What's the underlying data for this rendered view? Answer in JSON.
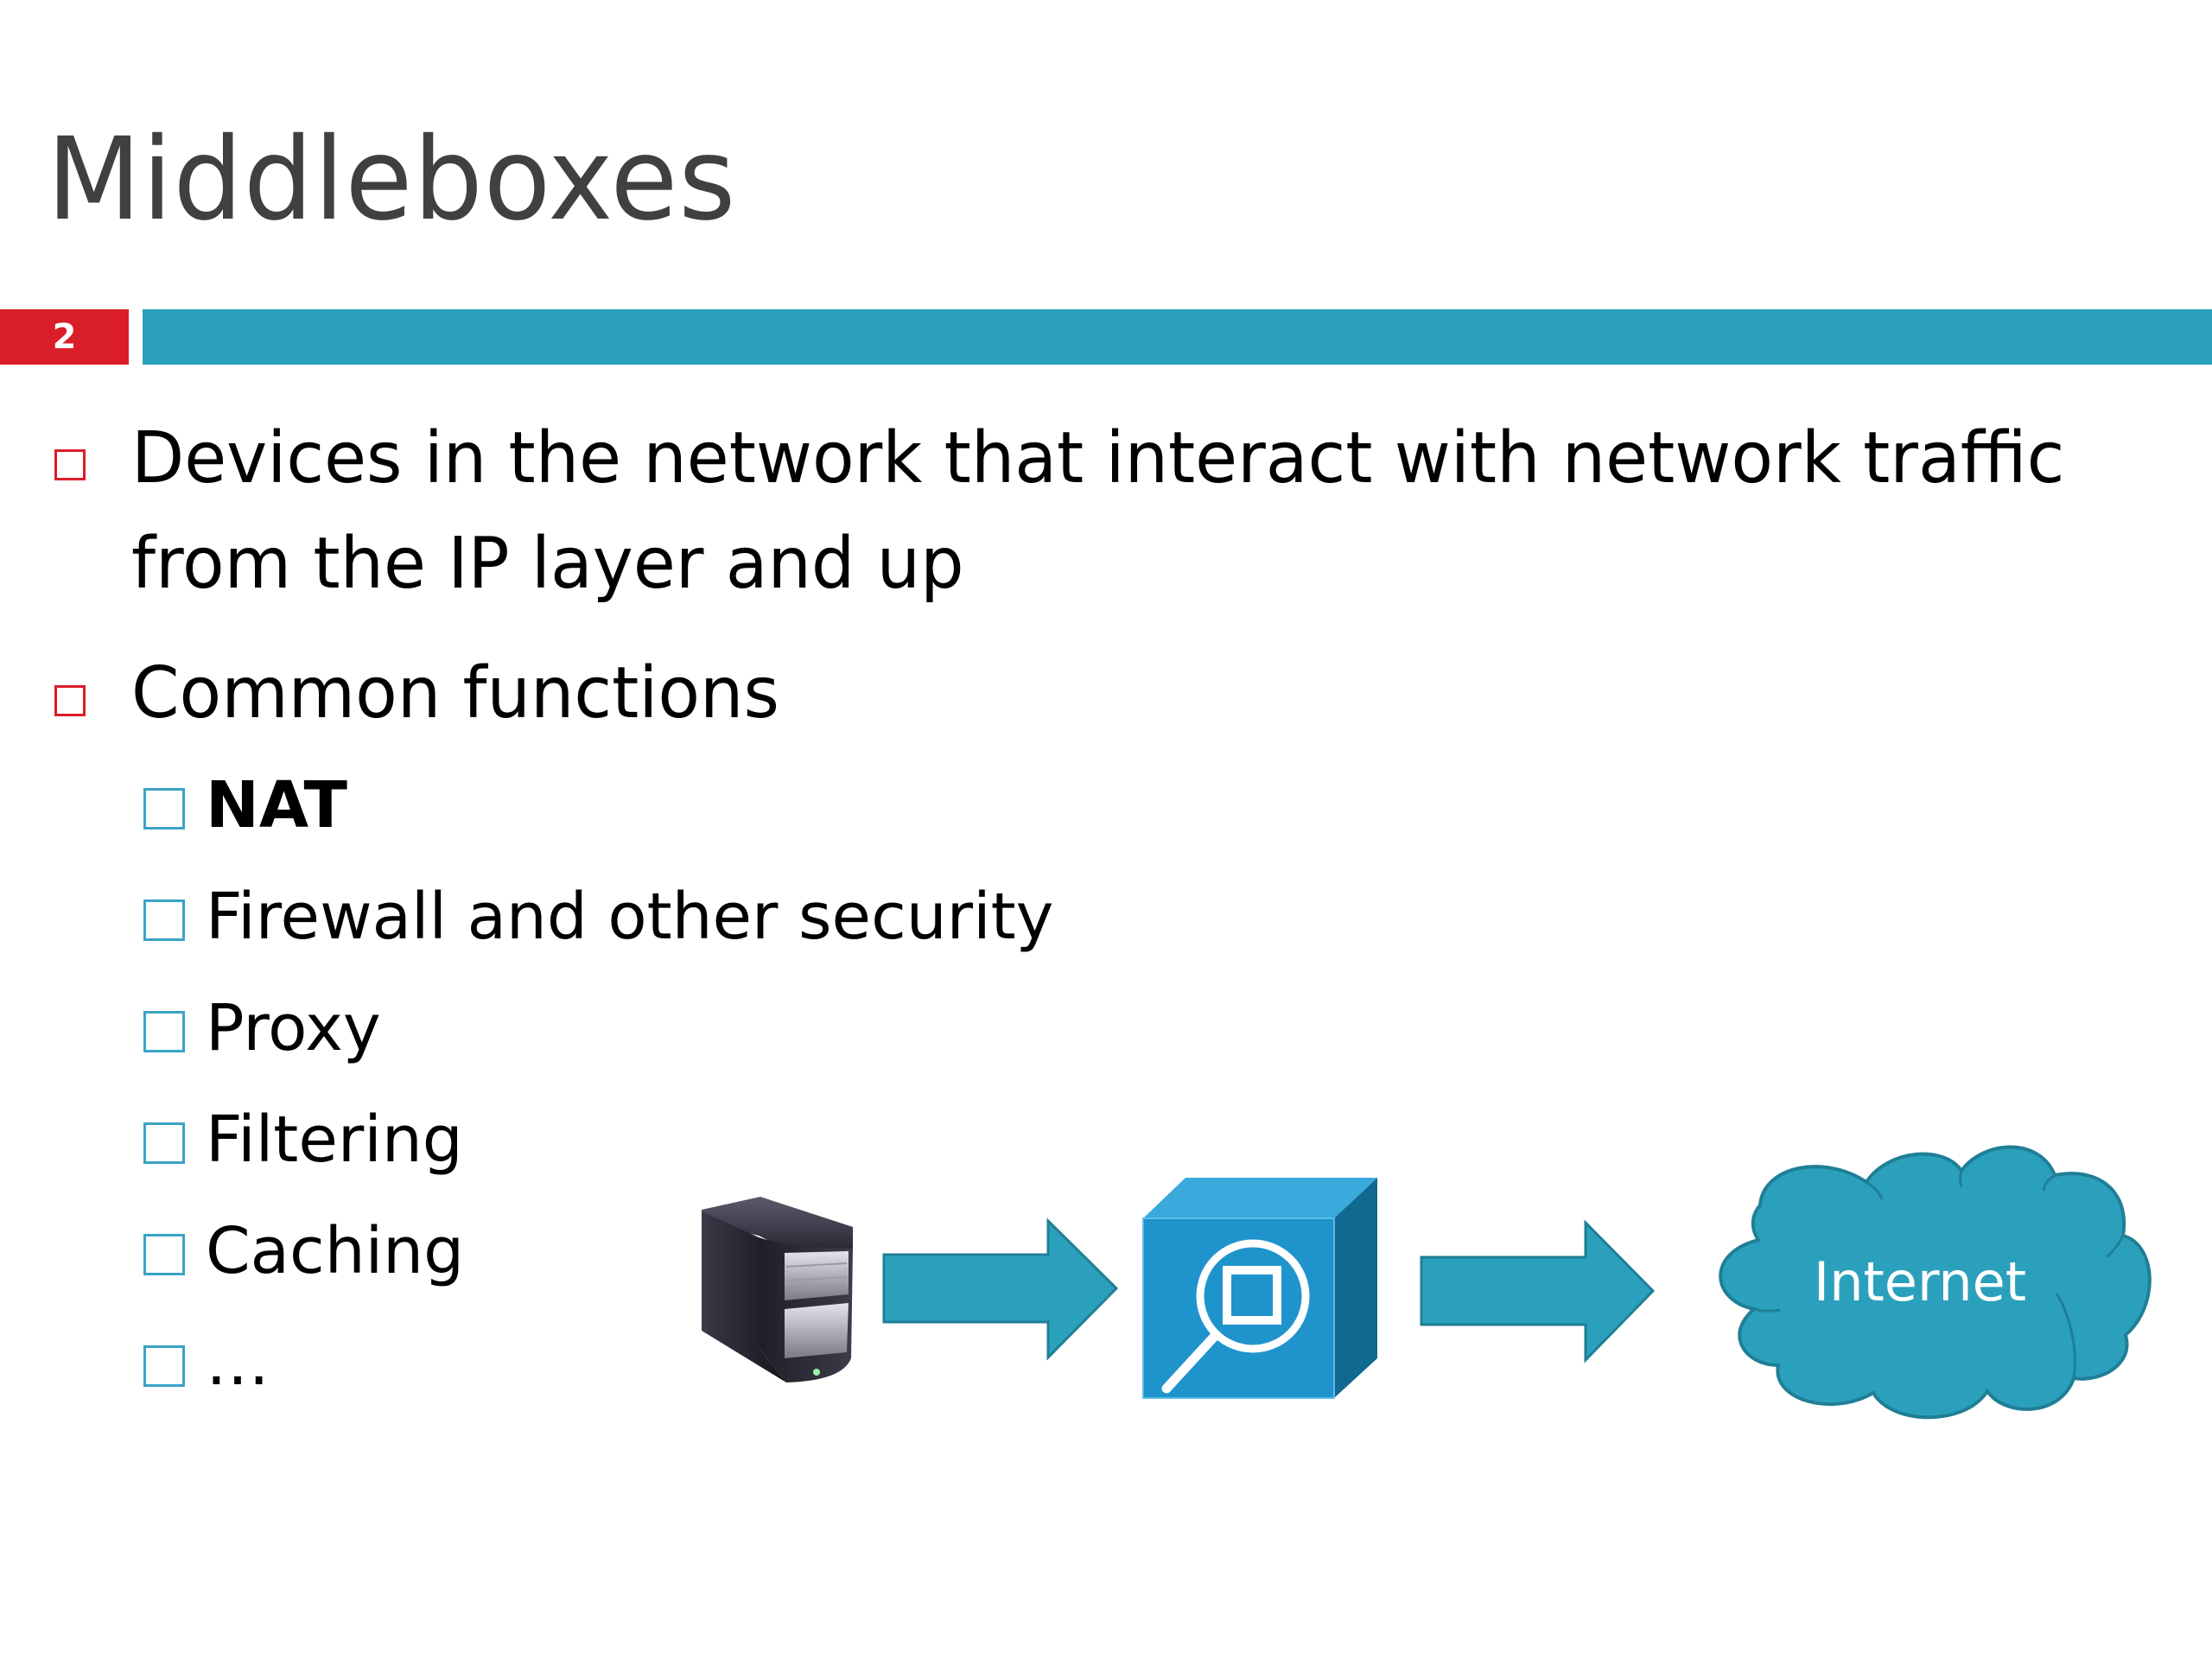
{
  "slide": {
    "title": "Middleboxes",
    "slide_number": "2",
    "colors": {
      "accent_red": "#d91e27",
      "accent_teal": "#2ba0bc",
      "title_gray": "#404040",
      "sub_bullet_blue": "#3aa3c6"
    }
  },
  "bullets": [
    {
      "lines": [
        "Devices in the network that interact with network traffic",
        "from the IP layer and up"
      ],
      "marker": "hollow-square-red"
    },
    {
      "lines": [
        "Common functions"
      ],
      "marker": "hollow-square-red",
      "children": [
        {
          "label": "NAT",
          "bold": true
        },
        {
          "label": "Firewall and other security",
          "bold": false
        },
        {
          "label": "Proxy",
          "bold": false
        },
        {
          "label": "Filtering",
          "bold": false
        },
        {
          "label": "Caching",
          "bold": false
        },
        {
          "label": "…",
          "bold": false
        }
      ]
    }
  ],
  "diagram": {
    "nodes": [
      {
        "id": "server",
        "icon": "server-tower-icon"
      },
      {
        "id": "middlebox",
        "icon": "middlebox-inspection-cube-icon"
      },
      {
        "id": "internet",
        "icon": "cloud-icon",
        "label": "Internet"
      }
    ],
    "edges": [
      {
        "from": "server",
        "to": "middlebox",
        "icon": "arrow-right-icon"
      },
      {
        "from": "middlebox",
        "to": "internet",
        "icon": "arrow-right-icon"
      }
    ]
  }
}
